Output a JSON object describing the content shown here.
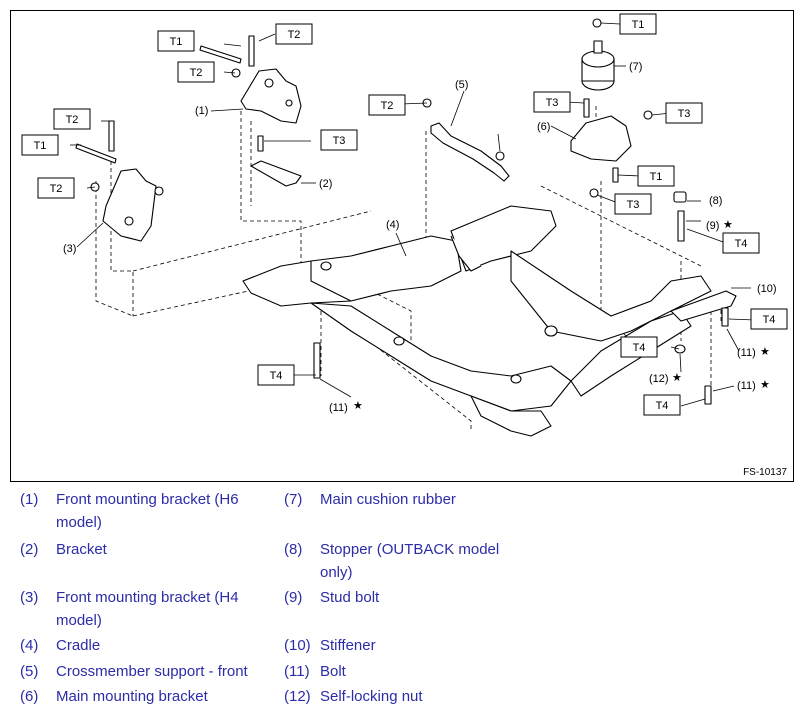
{
  "figure": {
    "figure_id": "FS-10137",
    "callouts": [
      "(1)",
      "(2)",
      "(3)",
      "(4)",
      "(5)",
      "(6)",
      "(7)",
      "(8)",
      "(9)",
      "(10)",
      "(11)",
      "(11)",
      "(11)",
      "(12)"
    ],
    "torque_tags": [
      "T1",
      "T1",
      "T1",
      "T1",
      "T2",
      "T2",
      "T2",
      "T2",
      "T2",
      "T3",
      "T3",
      "T3",
      "T3",
      "T4",
      "T4",
      "T4",
      "T4",
      "T4"
    ],
    "star": "★"
  },
  "legend": [
    {
      "num": "(1)",
      "text": "Front mounting bracket (H6 model)"
    },
    {
      "num": "(2)",
      "text": "Bracket"
    },
    {
      "num": "(3)",
      "text": "Front mounting bracket (H4 model)"
    },
    {
      "num": "(4)",
      "text": "Cradle"
    },
    {
      "num": "(5)",
      "text": "Crossmember support - front"
    },
    {
      "num": "(6)",
      "text": "Main mounting bracket"
    },
    {
      "num": "(7)",
      "text": "Main cushion rubber"
    },
    {
      "num": "(8)",
      "text": "Stopper (OUTBACK model only)"
    },
    {
      "num": "(9)",
      "text": "Stud bolt"
    },
    {
      "num": "(10)",
      "text": "Stiffener"
    },
    {
      "num": "(11)",
      "text": "Bolt"
    },
    {
      "num": "(12)",
      "text": "Self-locking nut"
    }
  ]
}
